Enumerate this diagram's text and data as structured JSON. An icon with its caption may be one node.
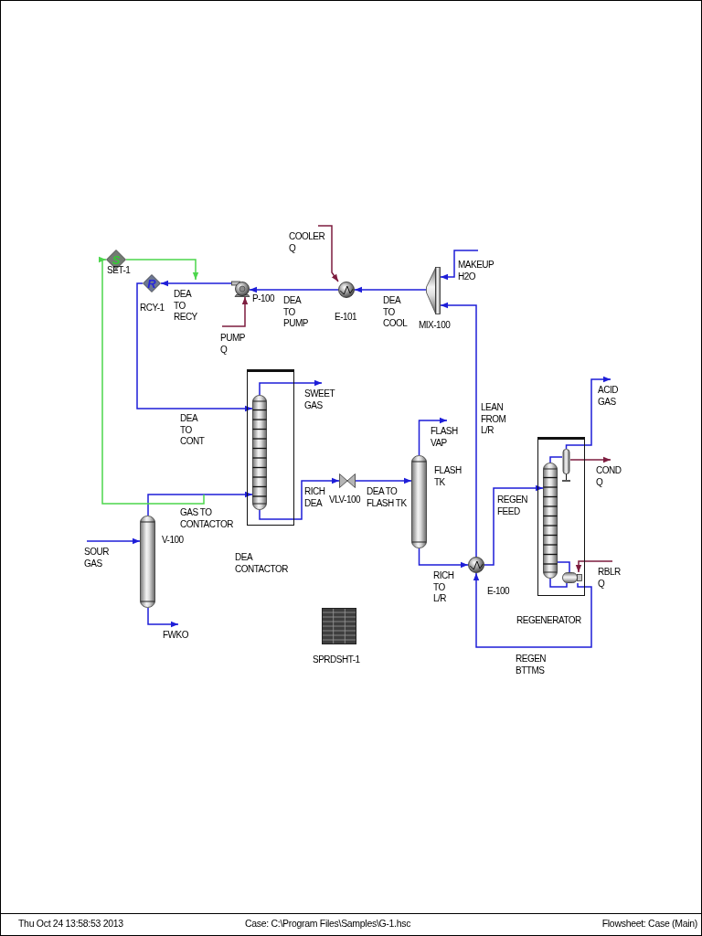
{
  "diagram": {
    "nodes": [
      {
        "text": [
          "S"
        ],
        "beside": [
          "SET-1"
        ]
      },
      {
        "text": [
          "R"
        ],
        "beside": [
          "RCY-1"
        ]
      },
      {
        "text": [],
        "shape": "picture",
        "beside": [
          "P-100"
        ]
      },
      {
        "text": [],
        "shape": "circle",
        "beside": [
          "E-101"
        ]
      },
      {
        "text": [],
        "shape": "picture",
        "beside": [
          "MIX-100"
        ]
      },
      {
        "text": [],
        "shape": "box",
        "beside": [
          "DEA CONTACTOR"
        ]
      },
      {
        "text": [],
        "shape": "cylinder",
        "in": 5
      },
      {
        "text": [],
        "shape": "cylinder",
        "beside": [
          "V-100"
        ]
      },
      {
        "text": [],
        "shape": "picture",
        "beside": [
          "VLV-100"
        ]
      },
      {
        "text": [],
        "shape": "cylinder",
        "beside": [
          "FLASH TK"
        ]
      },
      {
        "text": [],
        "shape": "circle",
        "beside": [
          "E-100"
        ]
      },
      {
        "text": [],
        "shape": "box",
        "beside": [
          "REGENERATOR"
        ]
      },
      {
        "text": [],
        "shape": "cylinder",
        "in": 11
      },
      {
        "text": [],
        "shape": "cylinder",
        "in": 11
      },
      {
        "text": [],
        "shape": "cylinder",
        "in": 11
      },
      {
        "text": [],
        "shape": "picture",
        "beside": [
          "SPRDSHT-1"
        ]
      }
    ],
    "edges": [
      {
        "from": null,
        "to": 7,
        "arrow": "to",
        "label": "SOUR GAS"
      },
      {
        "from": 7,
        "to": 6,
        "arrow": "to",
        "label": "GAS TO CONTACTOR"
      },
      {
        "from": 7,
        "to": null,
        "arrow": "to",
        "label": "FWKO"
      },
      {
        "from": 1,
        "to": 6,
        "arrow": "to",
        "label": "DEA TO CONT"
      },
      {
        "from": 6,
        "to": null,
        "arrow": "to",
        "label": "SWEET GAS"
      },
      {
        "from": 6,
        "to": 8,
        "arrow": "to",
        "label": "RICH DEA"
      },
      {
        "from": 8,
        "to": 9,
        "arrow": "to",
        "label": "DEA TO FLASH TK"
      },
      {
        "from": 9,
        "to": null,
        "arrow": "to",
        "label": "FLASH VAP"
      },
      {
        "from": 9,
        "to": 10,
        "arrow": "to",
        "label": "RICH TO L/R"
      },
      {
        "from": 10,
        "to": 12,
        "arrow": "to",
        "label": "REGEN FEED"
      },
      {
        "from": 14,
        "to": 10,
        "arrow": "to",
        "label": "REGEN BTTMS"
      },
      {
        "from": 10,
        "to": 4,
        "arrow": "to",
        "label": "LEAN FROM L/R"
      },
      {
        "from": null,
        "to": 4,
        "arrow": "to",
        "label": "MAKEUP H2O"
      },
      {
        "from": 4,
        "to": 3,
        "arrow": "to",
        "label": "DEA TO COOL"
      },
      {
        "from": 3,
        "to": 2,
        "arrow": "to",
        "label": "DEA TO PUMP"
      },
      {
        "from": 2,
        "to": 1,
        "arrow": "to",
        "label": "DEA TO RECY"
      },
      {
        "from": null,
        "to": 3,
        "arrow": "to",
        "label": "COOLER Q",
        "color": "#7d1d3f"
      },
      {
        "from": null,
        "to": 2,
        "arrow": "to",
        "label": "PUMP Q",
        "color": "#7d1d3f"
      },
      {
        "from": 13,
        "to": null,
        "arrow": "to",
        "label": "ACID GAS"
      },
      {
        "from": 13,
        "to": null,
        "arrow": "to",
        "label": "COND Q",
        "color": "#7d1d3f"
      },
      {
        "from": null,
        "to": 14,
        "arrow": "to",
        "label": "RBLR Q",
        "color": "#7d1d3f"
      },
      {
        "from": 12,
        "to": 13,
        "arrow": "none"
      },
      {
        "from": 12,
        "to": 14,
        "arrow": "none"
      },
      {
        "from": 14,
        "to": 12,
        "arrow": "none"
      },
      {
        "from": null,
        "to": 0,
        "arrow": "to",
        "color": "#4cd64c"
      },
      {
        "from": 0,
        "to": null,
        "arrow": "to",
        "color": "#4cd64c"
      }
    ],
    "labels": [
      "Thu Oct 24 13:58:53 2013",
      "Case: C:\\Program Files\\Samples\\G-1.hsc",
      "Flowsheet: Case (Main)"
    ]
  }
}
